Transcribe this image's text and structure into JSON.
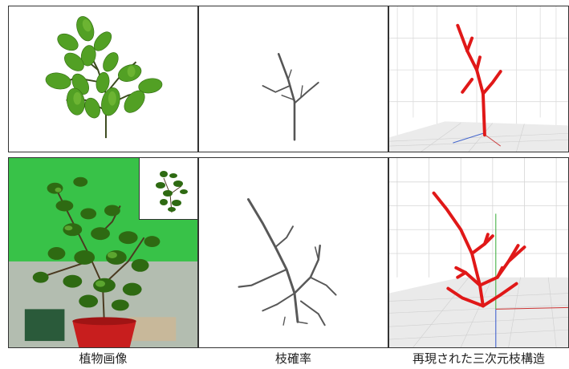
{
  "captions": {
    "col1": "植物画像",
    "col2": "枝確率",
    "col3": "再現された三次元枝構造"
  },
  "colors": {
    "leaf_green": "#4f9a22",
    "leaf_dark": "#2e6a12",
    "green_screen": "#38c248",
    "branch_red": "#e01818",
    "branch_gray": "#5a5a5a",
    "pot_red": "#c81e1e",
    "grid_line": "#d6d6d6"
  },
  "icons": [
    "synthetic-plant-image",
    "real-plant-photo",
    "inset-plant-thumbnail",
    "branch-probability-map",
    "3d-branch-structure"
  ]
}
